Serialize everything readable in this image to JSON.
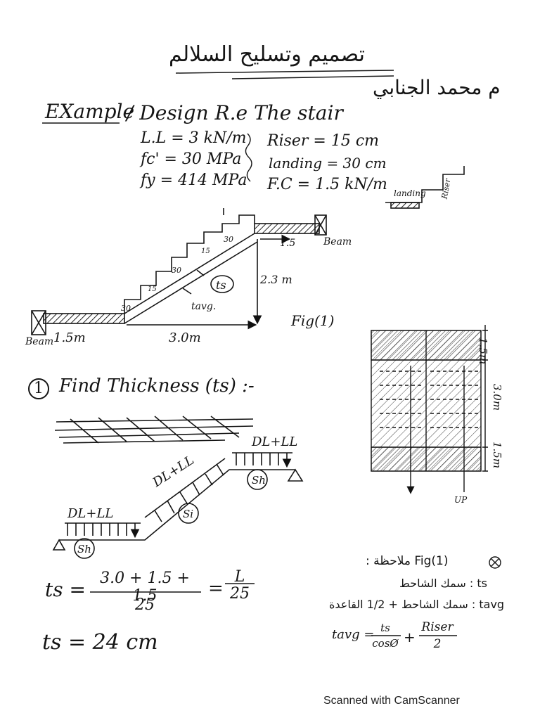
{
  "header": {
    "title_ar": "تصميم وتسليح السلالم",
    "author_ar": "م محمد الجنابي"
  },
  "example": {
    "heading": "EXample",
    "subtitle": "/ Design R.e The stair",
    "given_left": [
      "L.L = 3 kN/m",
      "fc' = 30 MPa",
      "fy = 414 MPa"
    ],
    "given_right": [
      "Riser = 15 cm",
      "landing = 30 cm",
      "F.C = 1.5 kN/m"
    ]
  },
  "small_sketch": {
    "landing": "landing",
    "riser": "Riser"
  },
  "fig1": {
    "beam_left": "Beam",
    "beam_right": "Beam",
    "len_left": "1.5m",
    "len_mid": "3.0m",
    "len_right": "1.5",
    "height": "2.3 m",
    "tread": "30",
    "riser_tick": "15",
    "ts": "ts",
    "tavg": "tavg.",
    "caption": "Fig(1)"
  },
  "plan": {
    "dim_top": "1.5m",
    "dim_mid": "3.0m",
    "dim_bot": "1.5m",
    "up": "UP"
  },
  "step1": {
    "number": "1",
    "title": "Find Thickness (ts) :-"
  },
  "loads": {
    "left": "DL+LL",
    "mid": "DL+LL",
    "right": "DL+LL",
    "s_left": "Sh",
    "s_mid": "Si",
    "s_right": "Sh"
  },
  "formula": {
    "lhs": "ts =",
    "num": "3.0 + 1.5 + 1.5",
    "den": "25",
    "eq": "=",
    "l_num": "L",
    "l_den": "25",
    "result": "ts = 24 cm"
  },
  "notes": {
    "line1": "Fig(1) ملاحظة :",
    "line2": "ts : سمك الشاحط",
    "line3": "tavg : سمك الشاحط + 1/2 القاعدة",
    "tavg_lhs": "tavg =",
    "tavg_n1": "ts",
    "tavg_d1": "cosØ",
    "plus": "+",
    "tavg_n2": "Riser",
    "tavg_d2": "2"
  },
  "footer": "Scanned with CamScanner"
}
